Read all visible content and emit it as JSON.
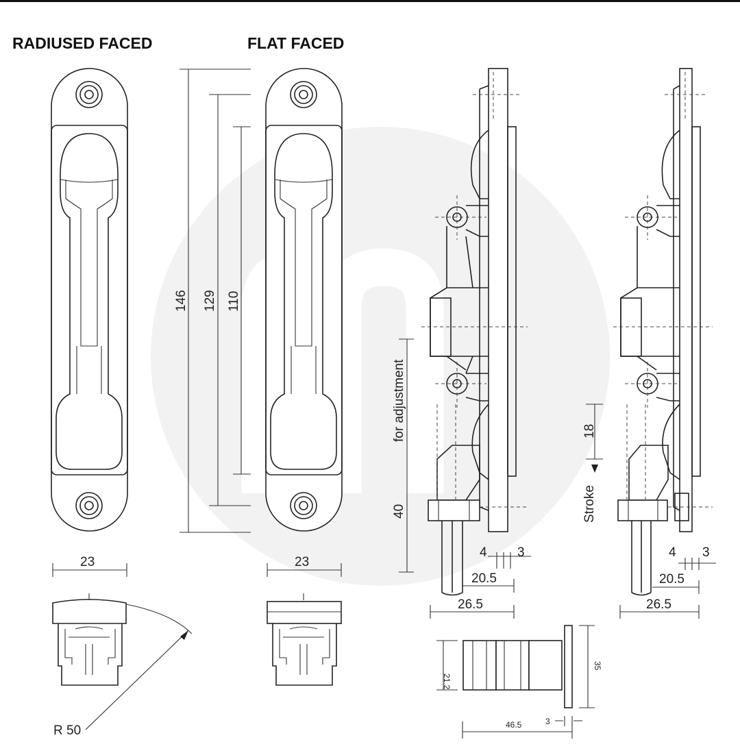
{
  "titles": {
    "radiused": "RADIUSED FACED",
    "flat": "FLAT FACED"
  },
  "dimensions": {
    "overall_length": "146",
    "fixing_centres": "129",
    "recess_length": "110",
    "face_width_radiused": "23",
    "face_width_flat": "23",
    "radius": "R 50",
    "adjustment_label": "for adjustment",
    "adjustment_value": "40",
    "stroke_label": "Stroke",
    "stroke_value": "18",
    "side_a_left": "4",
    "side_a_right": "3",
    "side_a_mid": "20.5",
    "side_a_base": "26.5",
    "side_b_left": "4",
    "side_b_right": "3",
    "side_b_mid": "20.5",
    "side_b_base": "26.5",
    "keeper_diameter": "21.2",
    "keeper_height": "35",
    "keeper_length": "46.5",
    "keeper_plate": "3"
  },
  "colors": {
    "line": "#222222",
    "watermark": "#f1f1f1"
  }
}
